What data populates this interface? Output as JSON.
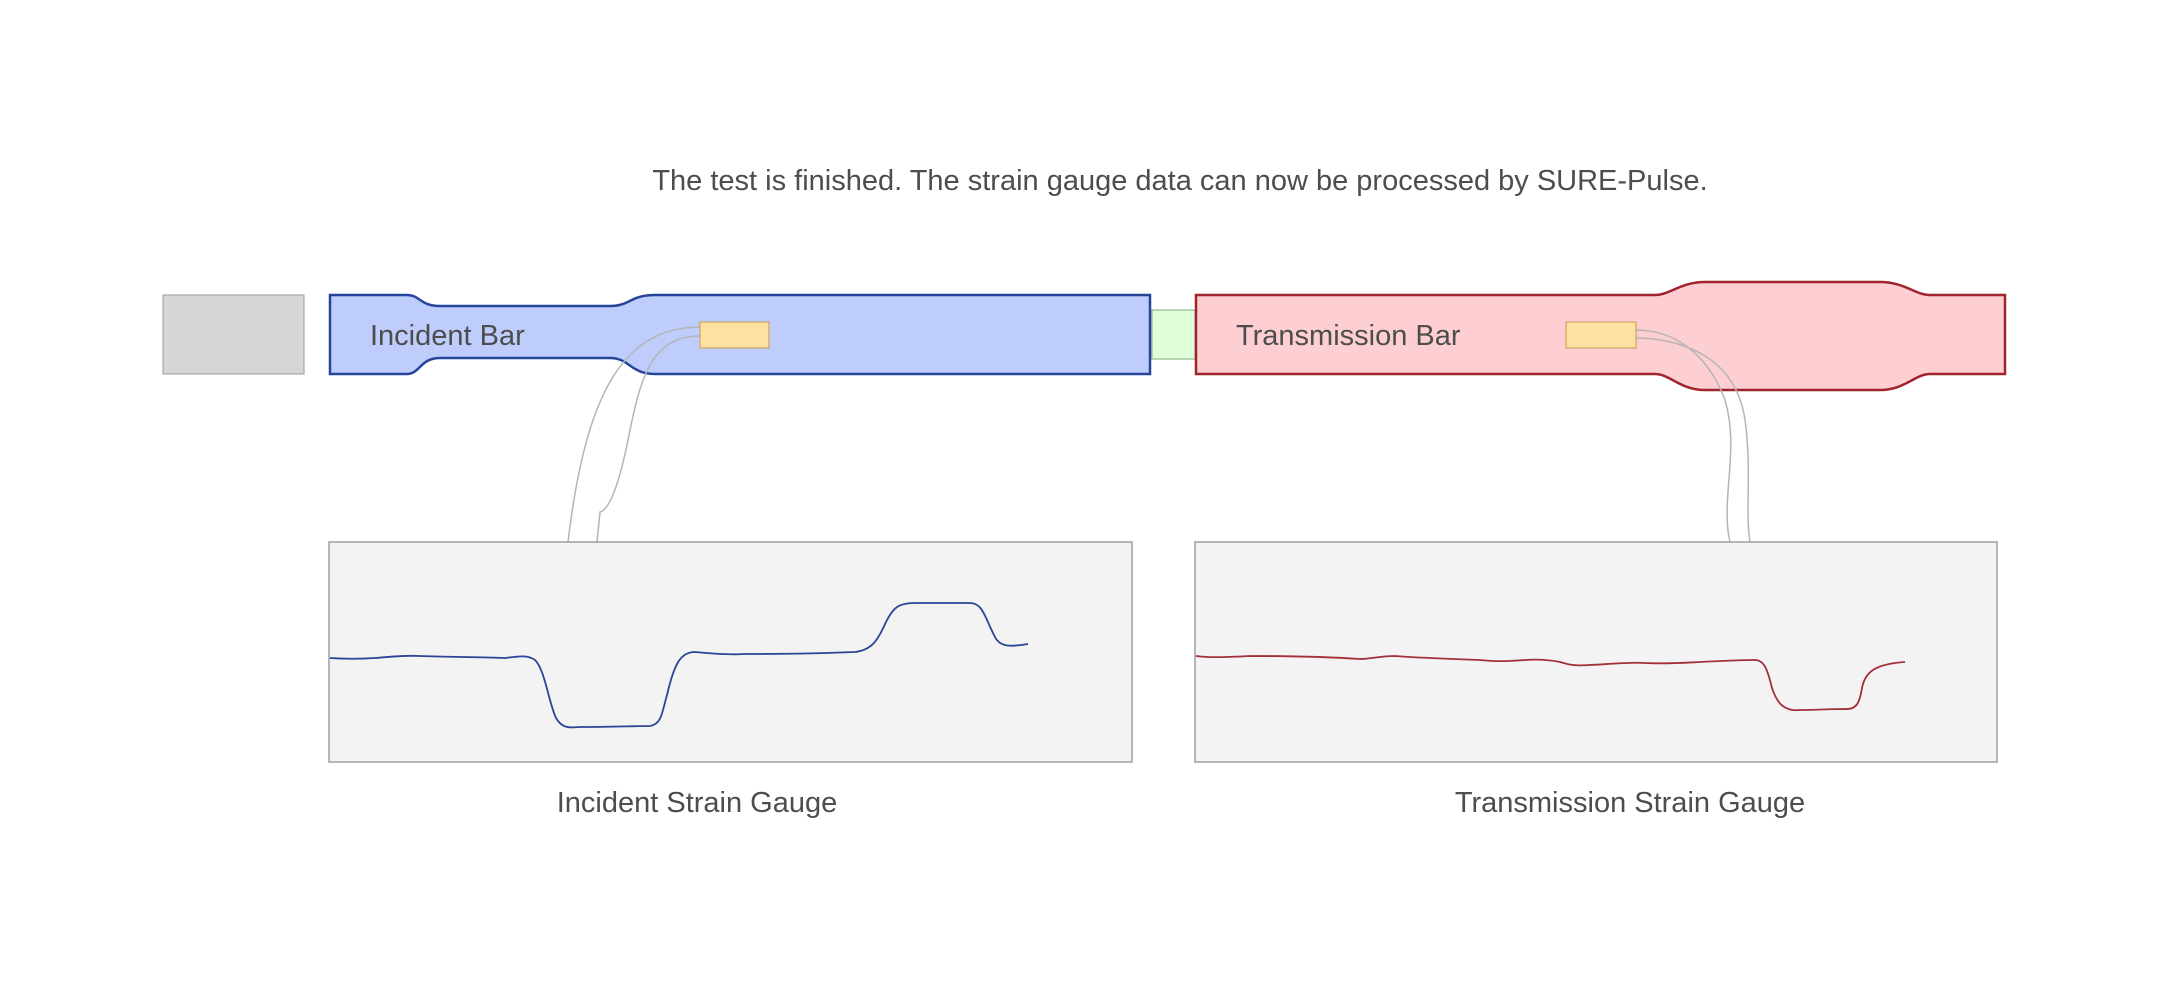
{
  "message": "The test is finished. The strain gauge data can now be processed by SURE-Pulse.",
  "incident_bar": {
    "label": "Incident Bar",
    "fill": "#bfcdfd",
    "stroke": "#26449a"
  },
  "transmission_bar": {
    "label": "Transmission Bar",
    "fill": "#fecfd2",
    "stroke": "#a0242d"
  },
  "striker": {
    "fill": "#d6d6d6",
    "stroke": "#9a9a9a"
  },
  "specimen": {
    "fill": "#e0ffd9",
    "stroke": "#7ea878"
  },
  "gauge": {
    "fill": "#ffe0a3",
    "stroke": "#c89a50"
  },
  "incident_gauge": {
    "label": "Incident Strain Gauge",
    "trace_color": "#2b4597"
  },
  "transmission_gauge": {
    "label": "Transmission Strain Gauge",
    "trace_color": "#a32f38"
  },
  "panel": {
    "fill": "#f3f3f3",
    "stroke": "#9e9e9e"
  },
  "wire_color": "#b5b5b5"
}
